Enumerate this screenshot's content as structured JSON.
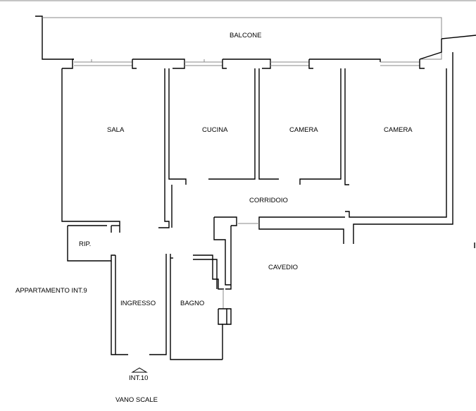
{
  "labels": {
    "balcone": "BALCONE",
    "sala": "SALA",
    "cucina": "CUCINA",
    "camera1": "CAMERA",
    "camera2": "CAMERA",
    "corridoio": "CORRIDOIO",
    "rip": "RIP.",
    "cavedio": "CAVEDIO",
    "appartamento": "APPARTAMENTO  INT.9",
    "ingresso": "INGRESSO",
    "bagno": "BAGNO",
    "int10": "INT.10",
    "vano_scale": "VANO  SCALE"
  }
}
